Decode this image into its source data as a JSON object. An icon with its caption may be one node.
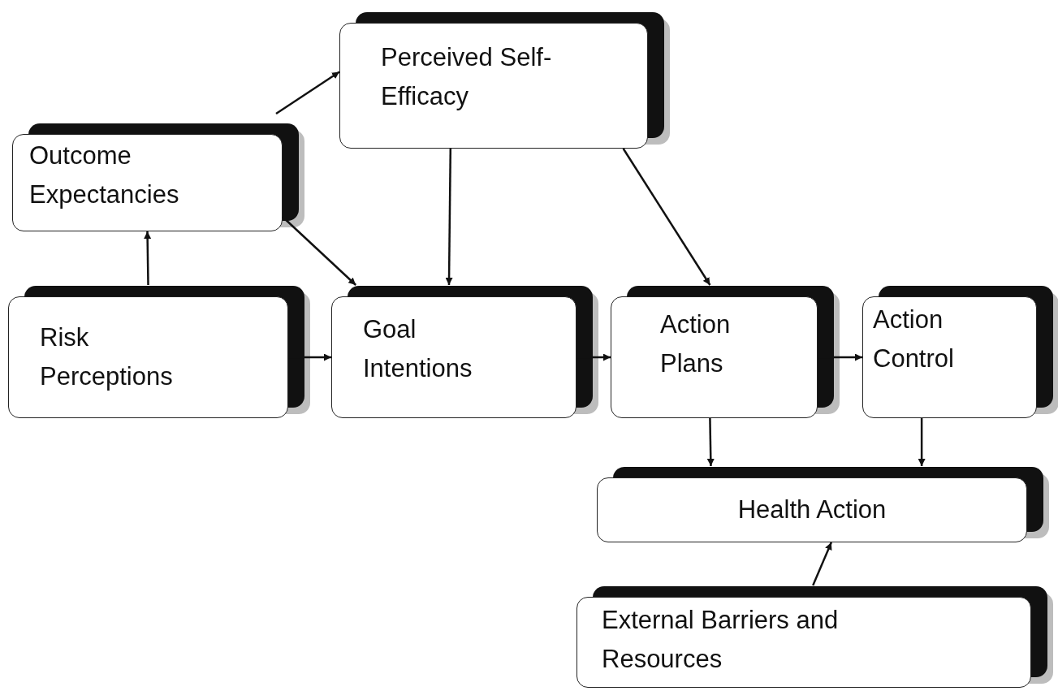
{
  "diagram": {
    "nodes": [
      {
        "text": [
          "Perceived Self-Efficacy"
        ]
      },
      {
        "text": [
          "Outcome Expectancies"
        ]
      },
      {
        "text": [
          "Risk Perceptions"
        ]
      },
      {
        "text": [
          "Goal Intentions"
        ]
      },
      {
        "text": [
          "Action Plans"
        ]
      },
      {
        "text": [
          "Action Control"
        ]
      },
      {
        "text": [
          "Health Action"
        ]
      },
      {
        "text": [
          "External Barriers and Resources"
        ]
      }
    ],
    "edges": [
      {
        "from": 1,
        "to": 0,
        "arrow": "to"
      },
      {
        "from": 0,
        "to": 3,
        "arrow": "to"
      },
      {
        "from": 0,
        "to": 4,
        "arrow": "to"
      },
      {
        "from": 1,
        "to": 3,
        "arrow": "to"
      },
      {
        "from": 2,
        "to": 1,
        "arrow": "to"
      },
      {
        "from": 2,
        "to": 3,
        "arrow": "to"
      },
      {
        "from": 3,
        "to": 4,
        "arrow": "to"
      },
      {
        "from": 4,
        "to": 5,
        "arrow": "to"
      },
      {
        "from": 4,
        "to": 6,
        "arrow": "to"
      },
      {
        "from": 5,
        "to": 6,
        "arrow": "to"
      },
      {
        "from": 7,
        "to": 6,
        "arrow": "to"
      }
    ]
  }
}
